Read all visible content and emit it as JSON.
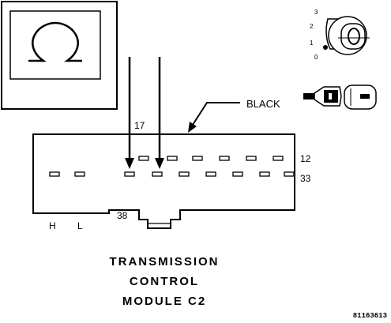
{
  "labels": {
    "wire_color": "BLACK",
    "pin_17": "17",
    "pin_12": "12",
    "pin_33": "33",
    "pin_38": "38",
    "meter_high": "H",
    "meter_low": "L"
  },
  "ignition": {
    "positions": [
      "3",
      "2",
      "1",
      "0"
    ]
  },
  "title_lines": [
    "TRANSMISSION",
    "CONTROL",
    "MODULE C2"
  ],
  "figure_id": "81163613",
  "icons": {
    "ohmmeter": "ohm-symbol-icon",
    "ignition_key": "ignition-key-icon",
    "connector": "disconnected-connector-icon"
  },
  "colors": {
    "line": "#000000",
    "background": "#ffffff"
  }
}
